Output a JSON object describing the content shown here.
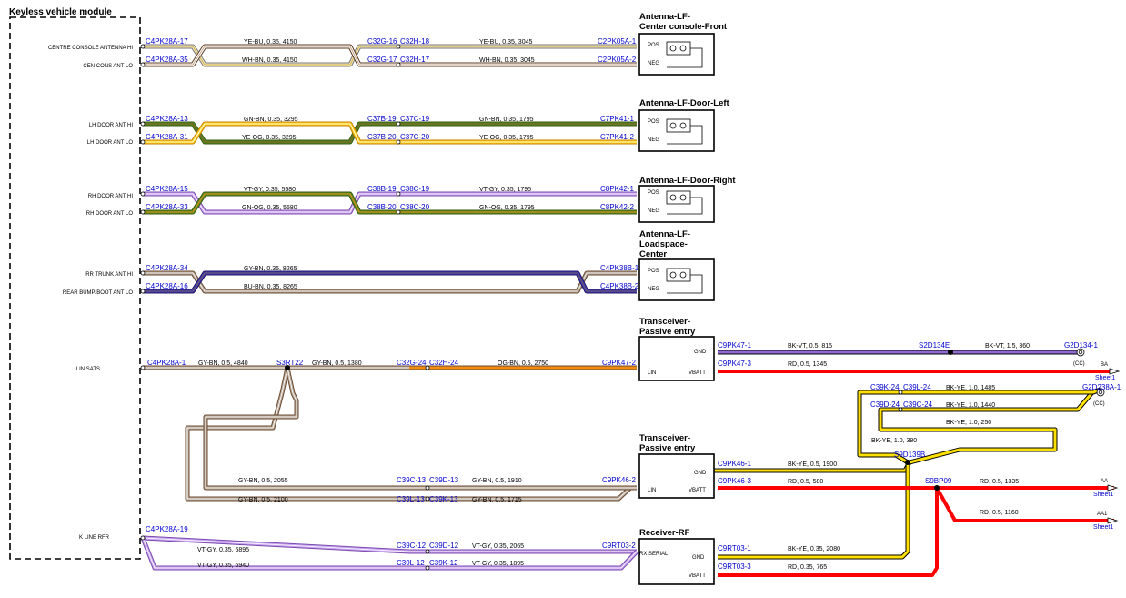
{
  "module": {
    "title": "Keyless vehicle module",
    "signals": [
      "CENTRE CONSOLE ANTENNA HI",
      "CEN CONS ANT LO",
      "LH DOOR ANT HI",
      "LH DOOR ANT LO",
      "RH DOOR ANT HI",
      "RH DOOR ANT LO",
      "RR TRUNK ANT HI",
      "REAR BUMP/BOOT ANT LO",
      "LIN SATS",
      "K LINE RFR"
    ]
  },
  "components": {
    "ant_front": {
      "title1": "Antenna-LF-",
      "title2": "Center console-Front",
      "pin1": "POS",
      "pin2": "NEG"
    },
    "ant_left": {
      "title1": "Antenna-LF-Door-Left",
      "pin1": "POS",
      "pin2": "NEG"
    },
    "ant_right": {
      "title1": "Antenna-LF-Door-Right",
      "pin1": "POS",
      "pin2": "NEG"
    },
    "ant_load": {
      "title1": "Antenna-LF-",
      "title2": "Loadspace-",
      "title3": "Center",
      "pin1": "POS",
      "pin2": "NEG"
    },
    "trans1": {
      "title1": "Transceiver-",
      "title2": "Passive entry",
      "p_gnd": "GND",
      "p_lin": "LIN",
      "p_vbatt": "VBATT"
    },
    "trans2": {
      "title1": "Transceiver-",
      "title2": "Passive entry",
      "p_gnd": "GND",
      "p_lin": "LIN",
      "p_vbatt": "VBATT"
    },
    "recv": {
      "title1": "Receiver-RF",
      "p_serial": "RX SERIAL",
      "p_gnd": "GND",
      "p_vbatt": "VBATT"
    }
  },
  "connectors": {
    "c4_17": "C4PK28A-17",
    "c4_35": "C4PK28A-35",
    "c4_13": "C4PK28A-13",
    "c4_31": "C4PK28A-31",
    "c4_15": "C4PK28A-15",
    "c4_33": "C4PK28A-33",
    "c4_34": "C4PK28A-34",
    "c4_16": "C4PK28A-16",
    "c4_1": "C4PK28A-1",
    "c4_19": "C4PK28A-19",
    "c32g16": "C32G-16",
    "c32h18": "C32H-18",
    "c32g17": "C32G-17",
    "c32h17": "C32H-17",
    "c37b19": "C37B-19",
    "c37c19": "C37C-19",
    "c37b20": "C37B-20",
    "c37c20": "C37C-20",
    "c38b19": "C38B-19",
    "c38c19": "C38C-19",
    "c38b20": "C38B-20",
    "c38c20": "C38C-20",
    "c2pk05_1": "C2PK05A-1",
    "c2pk05_2": "C2PK05A-2",
    "c7pk41_1": "C7PK41-1",
    "c7pk41_2": "C7PK41-2",
    "c8pk42_1": "C8PK42-1",
    "c8pk42_2": "C8PK42-2",
    "c4pk38_1": "C4PK38B-1",
    "c4pk38_2": "C4PK38B-2",
    "s3rt22": "S3RT22",
    "c32g24": "C32G-24",
    "c32h24": "C32H-24",
    "c9pk47_2": "C9PK47-2",
    "c39c13": "C39C-13",
    "c39d13": "C39D-13",
    "c39l13": "C39L-13",
    "c39k13": "C39K-13",
    "c9pk46_2": "C9PK46-2",
    "c39c12": "C39C-12",
    "c39d12": "C39D-12",
    "c39l12": "C39L-12",
    "c39k12": "C39K-12",
    "c9rt03_2": "C9RT03-2",
    "c9pk47_1": "C9PK47-1",
    "s2d134e": "S2D134E",
    "g2d134_1": "G2D134-1",
    "c9pk47_3": "C9PK47-3",
    "c39k24": "C39K-24",
    "c39l24": "C39L-24",
    "c39d24": "C39D-24",
    "c39c24": "C39C-24",
    "g2d238a_1": "G2D238A-1",
    "s9d139b": "S9D139B",
    "c9pk46_1": "C9PK46-1",
    "c9pk46_3": "C9PK46-3",
    "s9bp09": "S9BP09",
    "c9rt03_1": "C9RT03-1",
    "c9rt03_3": "C9RT03-3"
  },
  "wires": {
    "w1a": "YE-BU,  0.35,  4150",
    "w1b": "YE-BU,  0.35,  3045",
    "w2a": "WH-BN,  0.35,  4150",
    "w2b": "WH-BN,  0.35,  3045",
    "w3a": "GN-BN,  0.35,  3295",
    "w3b": "GN-BN,  0.35,  1795",
    "w4a": "YE-OG,  0.35,  3295",
    "w4b": "YE-OG,  0.35,  1795",
    "w5a": "VT-GY,  0.35,  5580",
    "w5b": "VT-GY,  0.35,  1795",
    "w6a": "GN-OG,  0.35,  5580",
    "w6b": "GN-OG,  0.35,  1795",
    "w7": "GY-BN,  0.35,  8265",
    "w8": "BU-BN,  0.35,  8265",
    "w9a": "GY-BN,  0.5,  4840",
    "w9b": "GY-BN,  0.5,  1380",
    "w9c": "OG-BN,  0.5,  2750",
    "w10a": "GY-BN,  0.5,  2055",
    "w10b": "GY-BN,  0.5,  1910",
    "w11a": "GY-BN,  0.5,  2100",
    "w11b": "GY-BN,  0.5,  1715",
    "w12a": "VT-GY,  0.35,  6895",
    "w12b": "VT-GY,  0.35,  2065",
    "w13a": "VT-GY,  0.35,  6940",
    "w13b": "VT-GY,  0.35,  1895",
    "w14a": "BK-VT,  0.5,  815",
    "w14b": "BK-VT,  1.5,  360",
    "w15": "RD,  0.5,  1345",
    "w16": "BK-YE,  1.0,  1485",
    "w17": "BK-YE,  1.0,  1440",
    "w18": "BK-YE,  1.0,  250",
    "w19": "BK-YE,  1.0,  380",
    "w20": "BK-YE,  0.5,  1900",
    "w21": "RD,  0.5,  580",
    "w22": "RD,  0.5,  1335",
    "w23": "RD,  0.5,  1160",
    "w24": "BK-YE,  0.35,  2080",
    "w25": "RD,  0.35,  765"
  },
  "refs": {
    "cc": "(CC)",
    "ba": "BA",
    "aa": "AA",
    "aa1": "AA1",
    "sheet": "Sheet1"
  }
}
